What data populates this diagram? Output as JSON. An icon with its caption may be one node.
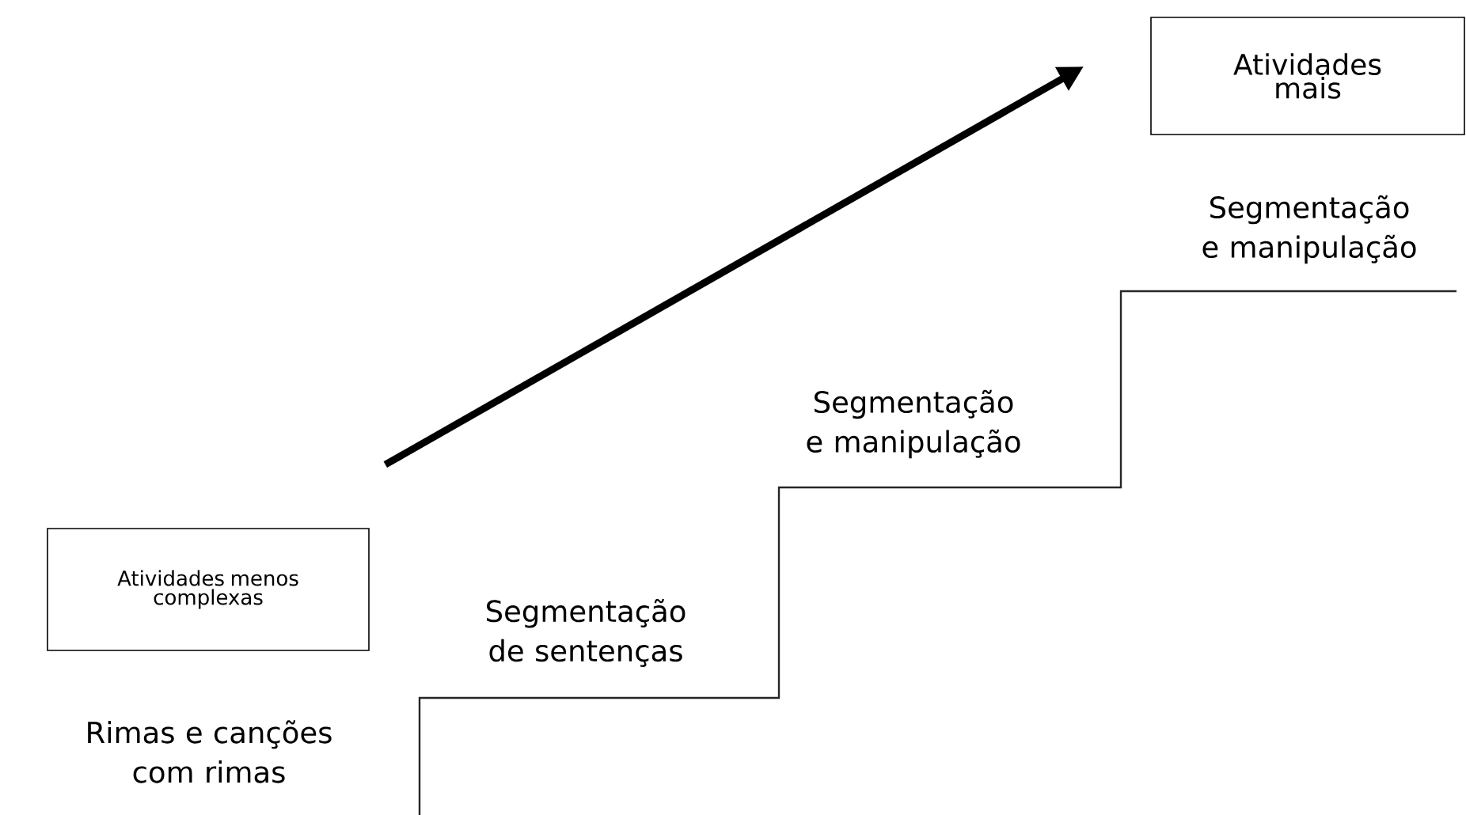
{
  "diagram": {
    "nodes": [
      {
        "text": [
          "Atividades menos complexas"
        ]
      },
      {
        "text": [
          "Atividades mais"
        ]
      }
    ],
    "edges": [
      {
        "from": 0,
        "to": 1,
        "arrow": "to"
      }
    ],
    "labels": [
      "Segmentação e manipulação",
      "Segmentação e manipulação",
      "Segmentação de sentenças",
      "Rimas e canções com rimas"
    ]
  }
}
